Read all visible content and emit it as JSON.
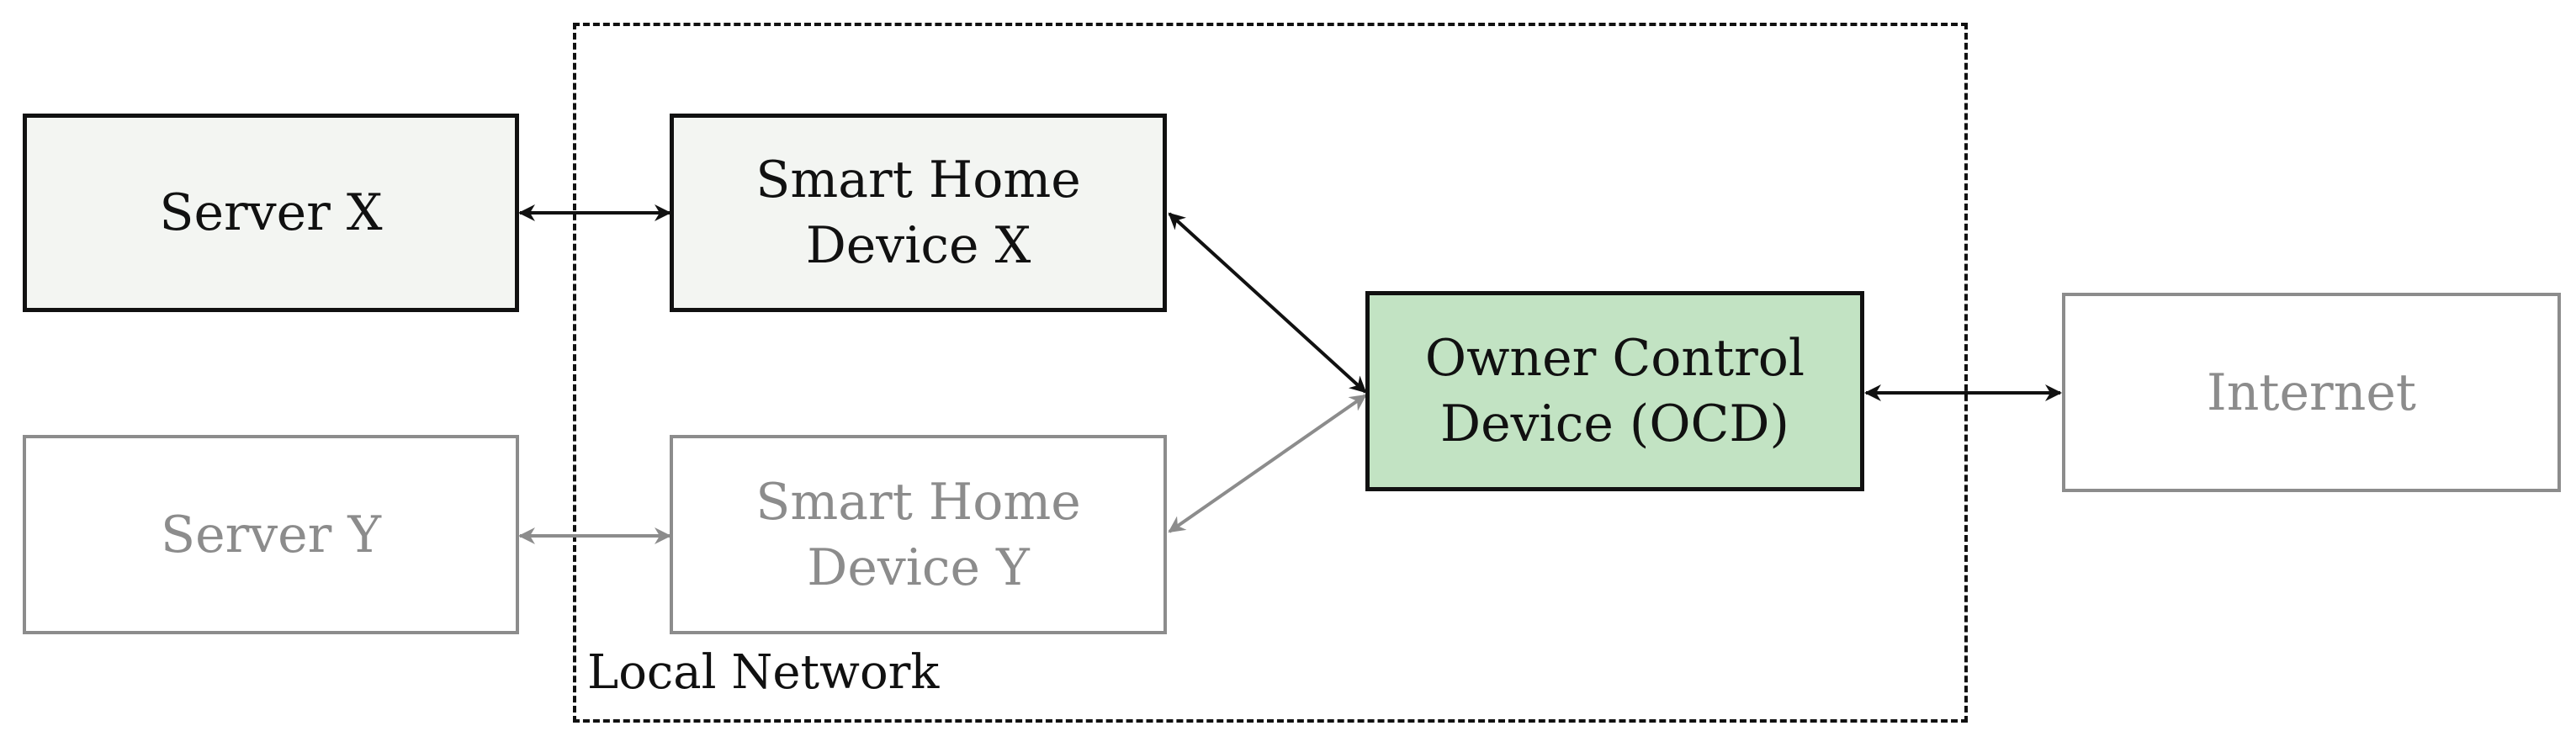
{
  "nodes": {
    "server_x": {
      "label": "Server X"
    },
    "device_x": {
      "label": "Smart Home\nDevice X"
    },
    "server_y": {
      "label": "Server Y"
    },
    "device_y": {
      "label": "Smart Home\nDevice Y"
    },
    "ocd": {
      "label": "Owner Control\nDevice (OCD)"
    },
    "internet": {
      "label": "Internet"
    }
  },
  "network": {
    "label": "Local Network"
  },
  "colors": {
    "active": "#111111",
    "inactive": "#8c8c8c",
    "ocd_fill": "#c2e3c3",
    "node_fill": "#f3f5f2"
  },
  "edges": [
    {
      "from": "server_x",
      "to": "device_x",
      "bidirectional": true,
      "style": "active"
    },
    {
      "from": "device_x",
      "to": "ocd",
      "bidirectional": true,
      "style": "active"
    },
    {
      "from": "server_y",
      "to": "device_y",
      "bidirectional": true,
      "style": "inactive"
    },
    {
      "from": "device_y",
      "to": "ocd",
      "bidirectional": true,
      "style": "inactive"
    },
    {
      "from": "ocd",
      "to": "internet",
      "bidirectional": true,
      "style": "active"
    }
  ]
}
